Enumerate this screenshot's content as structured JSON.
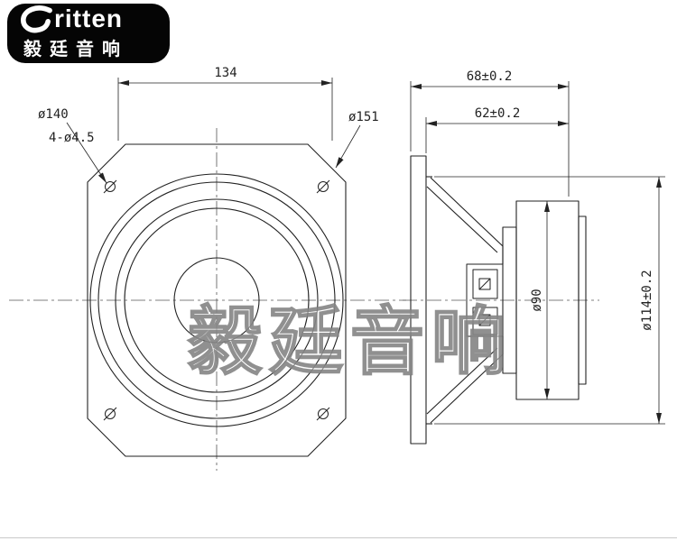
{
  "logo": {
    "brand": "ritten",
    "chinese": "毅廷音响",
    "bg_color": "#000000",
    "text_color": "#ffffff"
  },
  "watermark": {
    "text": "毅廷音响",
    "color": "#8f8f8f"
  },
  "drawing": {
    "line_color": "#222222",
    "views": {
      "front": "speaker front view with square chamfered flange, concentric cone circles and 4 mounting holes",
      "side": "speaker side section view with basket, terminals and magnet"
    },
    "dims": {
      "front_width": "134",
      "bolt_circle": "ø140",
      "mounting_holes": "4-ø4.5",
      "gasket_diameter": "ø151",
      "total_depth": "68±0.2",
      "body_depth": "62±0.2",
      "magnet_diameter": "ø90",
      "basket_diameter": "ø114±0.2"
    }
  }
}
